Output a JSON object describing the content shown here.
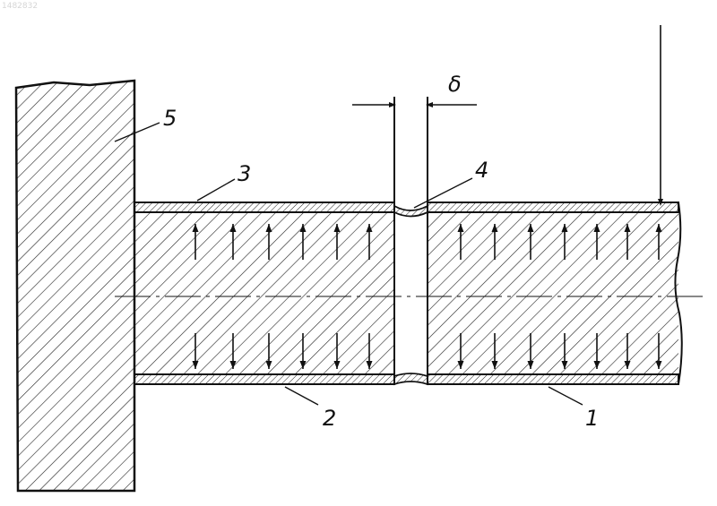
{
  "watermark": "1482832",
  "labels": {
    "column": "5",
    "top_shell": "3",
    "gap_weld": "4",
    "bottom_shell": "2",
    "bottom_right_shell": "1",
    "gap_width": "δ"
  },
  "arrows": {
    "top_row_direction": "up",
    "bottom_row_direction": "down",
    "load_arrow_direction": "down"
  },
  "colors": {
    "ink": "#111111",
    "hatch": "#222222",
    "background": "#ffffff"
  }
}
